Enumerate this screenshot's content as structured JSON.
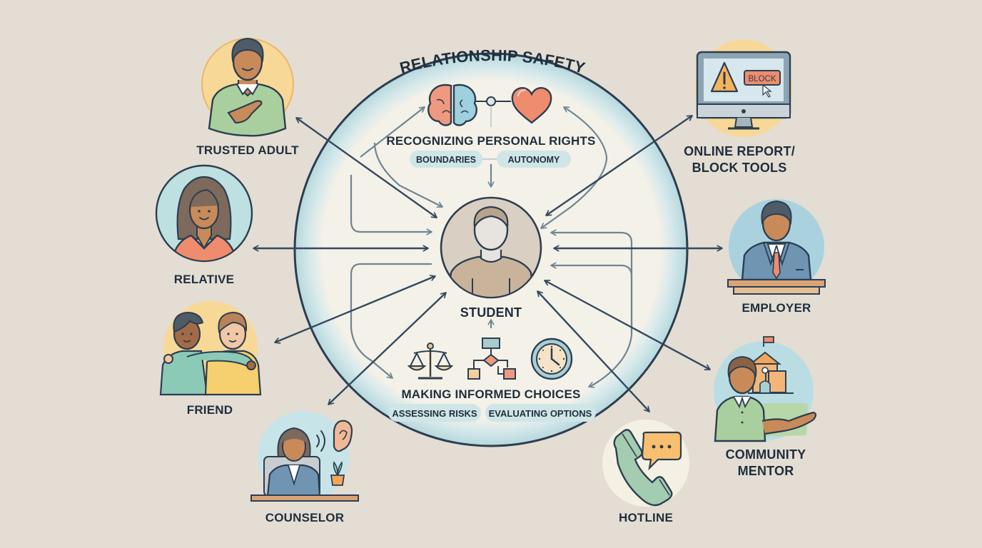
{
  "title": "RELATIONSHIP SAFETY",
  "center": {
    "label": "STUDENT"
  },
  "top_section": {
    "heading": "RECOGNIZING PERSONAL RIGHTS",
    "pills": [
      "BOUNDARIES",
      "AUTONOMY"
    ],
    "icons": [
      "brain-icon",
      "heart-icon"
    ]
  },
  "bottom_section": {
    "heading": "MAKING INFORMED CHOICES",
    "pills": [
      "ASSESSING RISKS",
      "EVALUATING OPTIONS"
    ],
    "icons": [
      "scales-icon",
      "flowchart-icon",
      "clock-icon"
    ]
  },
  "nodes": {
    "trusted_adult": {
      "label": "TRUSTED ADULT"
    },
    "relative": {
      "label": "RELATIVE"
    },
    "friend": {
      "label": "FRIEND"
    },
    "counselor": {
      "label": "COUNSELOR"
    },
    "online_tools": {
      "label_line1": "ONLINE REPORT/",
      "label_line2": "BLOCK TOOLS",
      "block_button": "BLOCK"
    },
    "employer": {
      "label": "EMPLOYER"
    },
    "community_mentor": {
      "label_line1": "COMMUNITY",
      "label_line2": "MENTOR"
    },
    "hotline": {
      "label": "HOTLINE"
    }
  },
  "colors": {
    "background": "#e4ddd3",
    "circle_fill": "#f4f1e8",
    "ring": "#b9dbe0",
    "outline": "#2c3e50",
    "arrow": "#34495e",
    "arrow_light": "#6f8593",
    "pill": "#cfe5e6",
    "yellow": "#f8d896",
    "teal_bg": "#bfe0e0",
    "green_shirt": "#a9cf9e",
    "coral": "#ef8c6e",
    "skin": "#c98a5a"
  }
}
